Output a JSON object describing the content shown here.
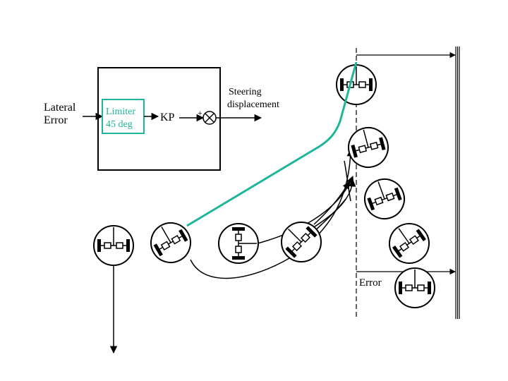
{
  "labels": {
    "lateral_error_line1": "Lateral",
    "lateral_error_line2": "Error",
    "limiter_line1": "Limiter",
    "limiter_line2": "45 deg",
    "gain": "KP",
    "plus_sign": "+",
    "steering_line1": "Steering",
    "steering_line2": "displacement",
    "error": "Error"
  },
  "colors": {
    "line": "#000000",
    "path_highlight": "#1fb59a",
    "limiter_border": "#1fb59a",
    "limiter_text": "#1fb59a"
  },
  "icons": {
    "robot": "robot-top-view-icon",
    "summing_junction": "summing-junction-icon"
  }
}
